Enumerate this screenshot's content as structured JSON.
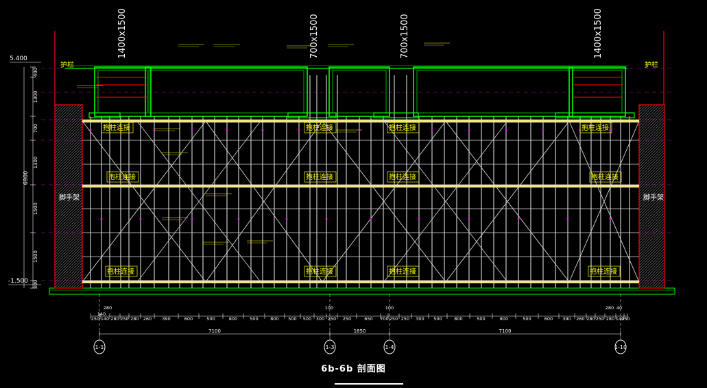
{
  "colors": {
    "background": "#000000",
    "structure": "#d9d9d9",
    "beam": "#f0e68c",
    "formwork": "#00ff00",
    "wall_border": "#ff0000",
    "hatch": "#555555",
    "dimension": "#ffffff",
    "guide": "#ff00ff",
    "annotation": "#ffff00"
  },
  "section_sizes": [
    "1400x1500",
    "700x1500",
    "700x1500",
    "1400x1500"
  ],
  "elevations": {
    "top": "5.400",
    "bottom": "-1.500"
  },
  "left_dims": [
    "400",
    "1300",
    "700",
    "1300",
    "1500",
    "1500",
    "300"
  ],
  "total_height": "6900",
  "labels": {
    "guardrail": "护栏",
    "scaffold": "脚手架",
    "tie_to_column": "抱柱连接"
  },
  "top_dims": [
    "250",
    "140",
    "280",
    "250",
    "280",
    "260",
    "390",
    "600",
    "500",
    "800",
    "500",
    "800",
    "500",
    "500",
    "300",
    "250",
    "250",
    "650",
    "700",
    "250",
    "250",
    "300",
    "500",
    "800",
    "500",
    "800",
    "500",
    "600",
    "390",
    "260",
    "280",
    "250",
    "280",
    "140",
    "250"
  ],
  "small_dims": [
    "280",
    "100",
    "100",
    "280",
    "40"
  ],
  "span_dims": [
    "7100",
    "1850",
    "7100"
  ],
  "axes": [
    "1-1",
    "1-3",
    "1-4",
    "1-10"
  ],
  "title": "6b-6b 剖面图"
}
